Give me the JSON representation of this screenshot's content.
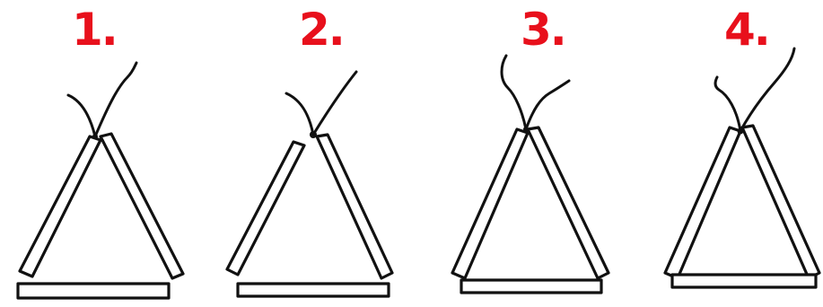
{
  "colors": {
    "label": "#e8101c",
    "ink": "#111111",
    "background": "#ffffff"
  },
  "steps": [
    {
      "label": "1."
    },
    {
      "label": "2."
    },
    {
      "label": "3."
    },
    {
      "label": "4."
    }
  ]
}
